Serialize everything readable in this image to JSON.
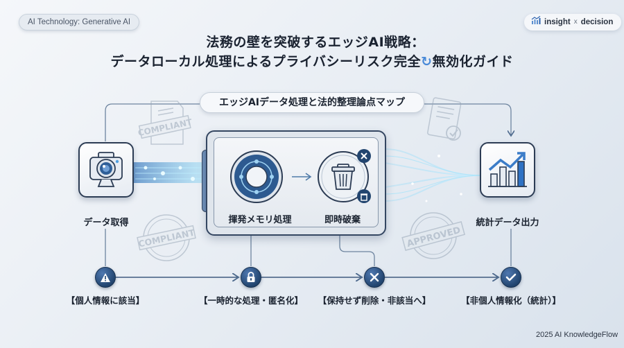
{
  "header": {
    "category_chip": "AI Technology: Generative AI",
    "brand_chip": {
      "left": "insight",
      "separator": "x",
      "right": "decision",
      "icon": "chart-up-icon"
    },
    "title_line1": "法務の壁を突破するエッジAI戦略：",
    "title_line2_a": "データローカル処理によるプライバシーリスク完全",
    "title_line2_emoji": "↻",
    "title_line2_b": "無効化ガイド"
  },
  "map_label": "エッジAIデータ処理と法的整理論点マップ",
  "nodes": [
    {
      "id": "capture",
      "label": "データ取得",
      "icon": "camera-icon"
    },
    {
      "id": "volatile",
      "label": "揮発メモリ処理",
      "icon": "memory-ring-icon"
    },
    {
      "id": "discard",
      "label": "即時破棄",
      "icon": "trash-icon"
    },
    {
      "id": "output",
      "label": "統計データ出力",
      "icon": "bar-chart-up-icon"
    }
  ],
  "stamps": [
    {
      "text": "COMPLIANT",
      "kind": "document-stamp"
    },
    {
      "text": "COMPLIANT",
      "kind": "round-stamp"
    },
    {
      "text": "APPROVED",
      "kind": "round-stamp"
    },
    {
      "text": "",
      "kind": "signed-document-check"
    }
  ],
  "steps": [
    {
      "label": "【個人情報に該当】",
      "icon": "warning-icon"
    },
    {
      "label": "【一時的な処理・匿名化】",
      "icon": "lock-icon"
    },
    {
      "label": "【保持せず削除・非該当へ】",
      "icon": "x-icon"
    },
    {
      "label": "【非個人情報化（統計）】",
      "icon": "check-icon"
    }
  ],
  "colors": {
    "navy": "#22456f",
    "border": "#2c3c54",
    "accent_blue": "#3a78c8",
    "glow": "#6fd0f5",
    "line": "#4f6b8e"
  },
  "footer": "2025 AI KnowledgeFlow"
}
